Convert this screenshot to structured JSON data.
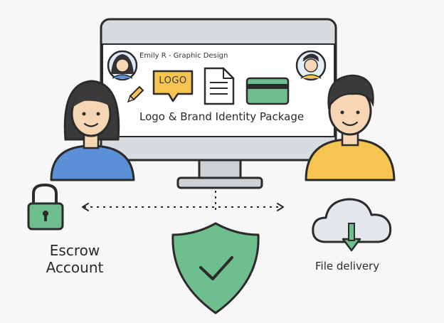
{
  "screen": {
    "header": "Emily R - Graphic Design",
    "logo_placeholder": "LOGO",
    "package_title": "Logo & Brand Identity Package"
  },
  "escrow": {
    "label": "Escrow Account"
  },
  "delivery": {
    "label": "File delivery"
  },
  "colors": {
    "outline": "#2b2b2b",
    "green": "#6fbf8e",
    "yellow": "#f5c451",
    "blue": "#5b8fd6",
    "cloud": "#e4e8ec",
    "monitor": "#d9dcde"
  },
  "icons": [
    "padlock-icon",
    "shield-check-icon",
    "cloud-download-icon",
    "document-icon",
    "pencil-icon",
    "credit-card-icon"
  ]
}
